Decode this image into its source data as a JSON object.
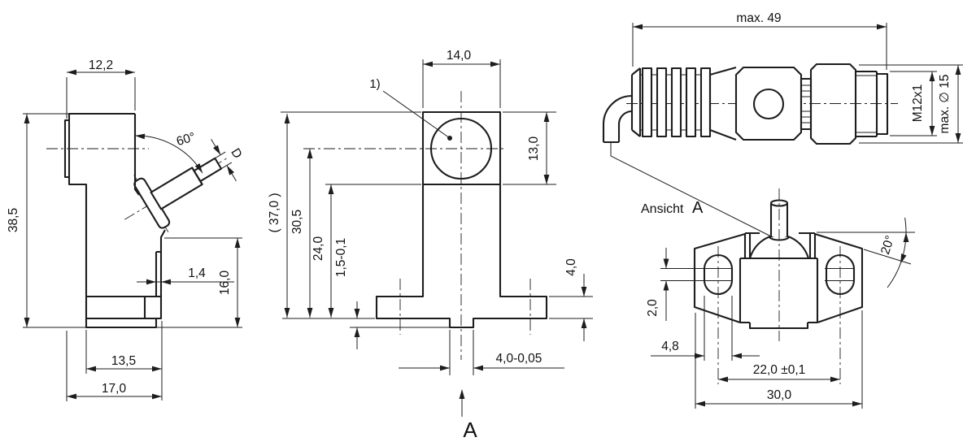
{
  "drawing": {
    "left_view": {
      "top_width": "12,2",
      "total_height": "38,5",
      "plug_angle": "60°",
      "plug_diameter": "D",
      "plate_thickness": "1,4",
      "face_height": "16,0",
      "base_width": "13,5",
      "total_width": "17,0"
    },
    "front_view": {
      "head_width": "14,0",
      "head_height": "13,0",
      "callout": "1)",
      "overall_height": "( 37,0 )",
      "hole_center_height": "30,5",
      "body_height": "24,0",
      "key_height": "1,5-0,1",
      "flange_thickness": "4,0",
      "key_width": "4,0-0,05",
      "view_arrow_label": "A"
    },
    "connector": {
      "max_length": "max. 49",
      "thread_size": "M12x1",
      "max_diameter": "max. ∅ 15"
    },
    "view_a": {
      "title": "Ansicht",
      "title_letter": "A",
      "slot_flat_height": "2,0",
      "slot_width": "4,8",
      "hole_pitch": "22,0 ±0,1",
      "overall_width": "30,0",
      "wing_angle": "20°"
    }
  },
  "colors": {
    "line": "#1d1d1d",
    "background": "#ffffff"
  }
}
